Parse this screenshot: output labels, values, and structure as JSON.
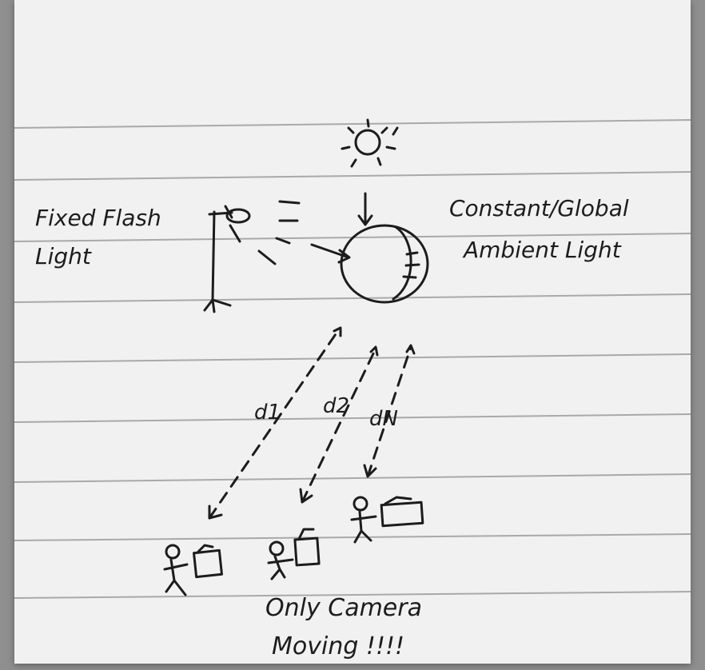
{
  "labels": {
    "flash_light": [
      "Fixed Flash",
      "Light"
    ],
    "ambient_light": [
      "Constant/Global",
      "Ambient Light"
    ],
    "distances": [
      "d1",
      "d2",
      "dN"
    ],
    "note": [
      "Only Camera",
      "Moving !!!!"
    ]
  },
  "icons": [
    "sun-icon",
    "flash-light-stand-icon",
    "object-sphere-icon",
    "camera-operator-icon"
  ],
  "colors": {
    "paper": "#f1f1f1",
    "ink": "#1c1c1c",
    "ruling": "#a9a9a9",
    "background": "#8f8f8f"
  }
}
